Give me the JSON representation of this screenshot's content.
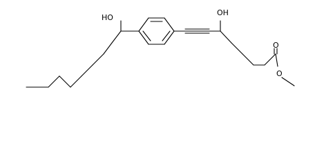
{
  "molecule": {
    "labels": {
      "hydroxyl_left": "HO",
      "hydroxyl_right": "OH",
      "carbonyl_oxygen": "O",
      "ester_oxygen": "O"
    },
    "colors": {
      "bond": "#000000",
      "text": "#000000",
      "background": "#ffffff"
    }
  }
}
